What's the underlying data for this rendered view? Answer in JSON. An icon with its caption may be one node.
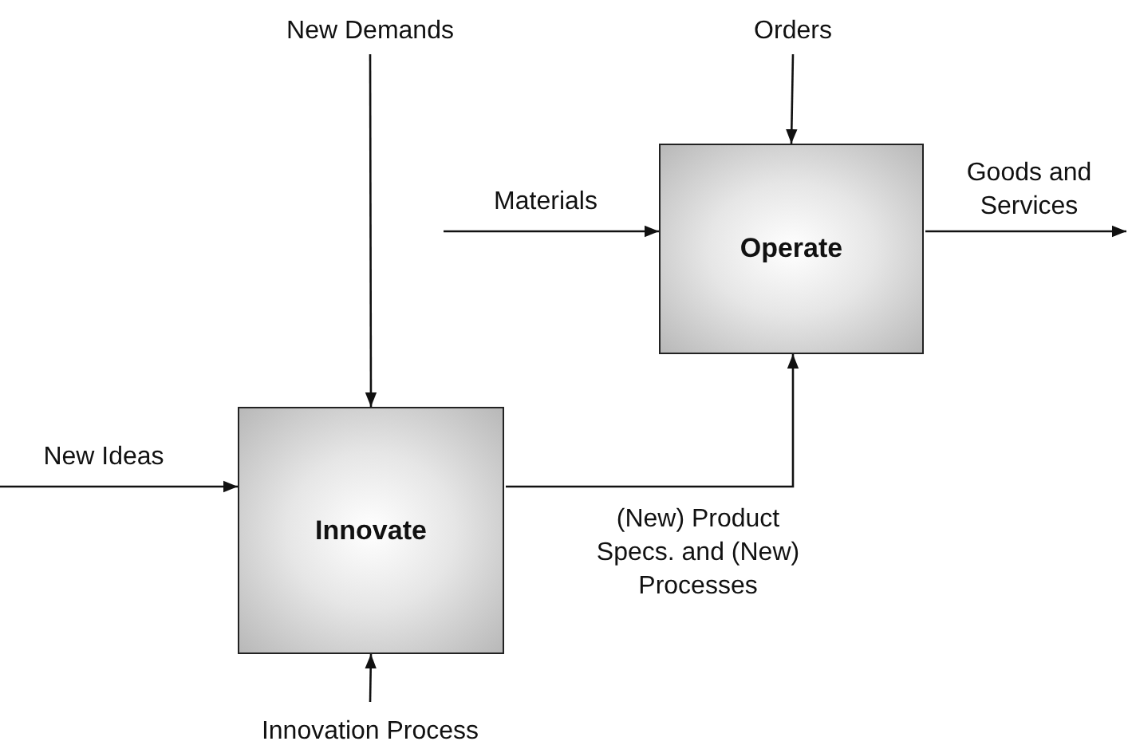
{
  "diagram": {
    "nodes": [
      {
        "text": [
          "New Demands"
        ]
      },
      {
        "text": [
          "Orders"
        ]
      },
      {
        "text": [
          "Operate"
        ]
      },
      {
        "text": [
          "Innovate"
        ]
      },
      {
        "text": [
          "Innovation Process"
        ]
      }
    ],
    "edges": [
      {
        "from": 0,
        "to": 3,
        "arrow": "to"
      },
      {
        "from": 1,
        "to": 2,
        "arrow": "to"
      },
      {
        "from": null,
        "to": 2,
        "arrow": "to",
        "label": "Materials"
      },
      {
        "from": 2,
        "to": null,
        "arrow": "to",
        "label": "Goods and Services"
      },
      {
        "from": null,
        "to": 3,
        "arrow": "to",
        "label": "New Ideas"
      },
      {
        "from": 3,
        "to": 2,
        "arrow": "to",
        "label": "(New) Product Specs. and (New) Processes"
      },
      {
        "from": 4,
        "to": 3,
        "arrow": "to"
      }
    ]
  }
}
